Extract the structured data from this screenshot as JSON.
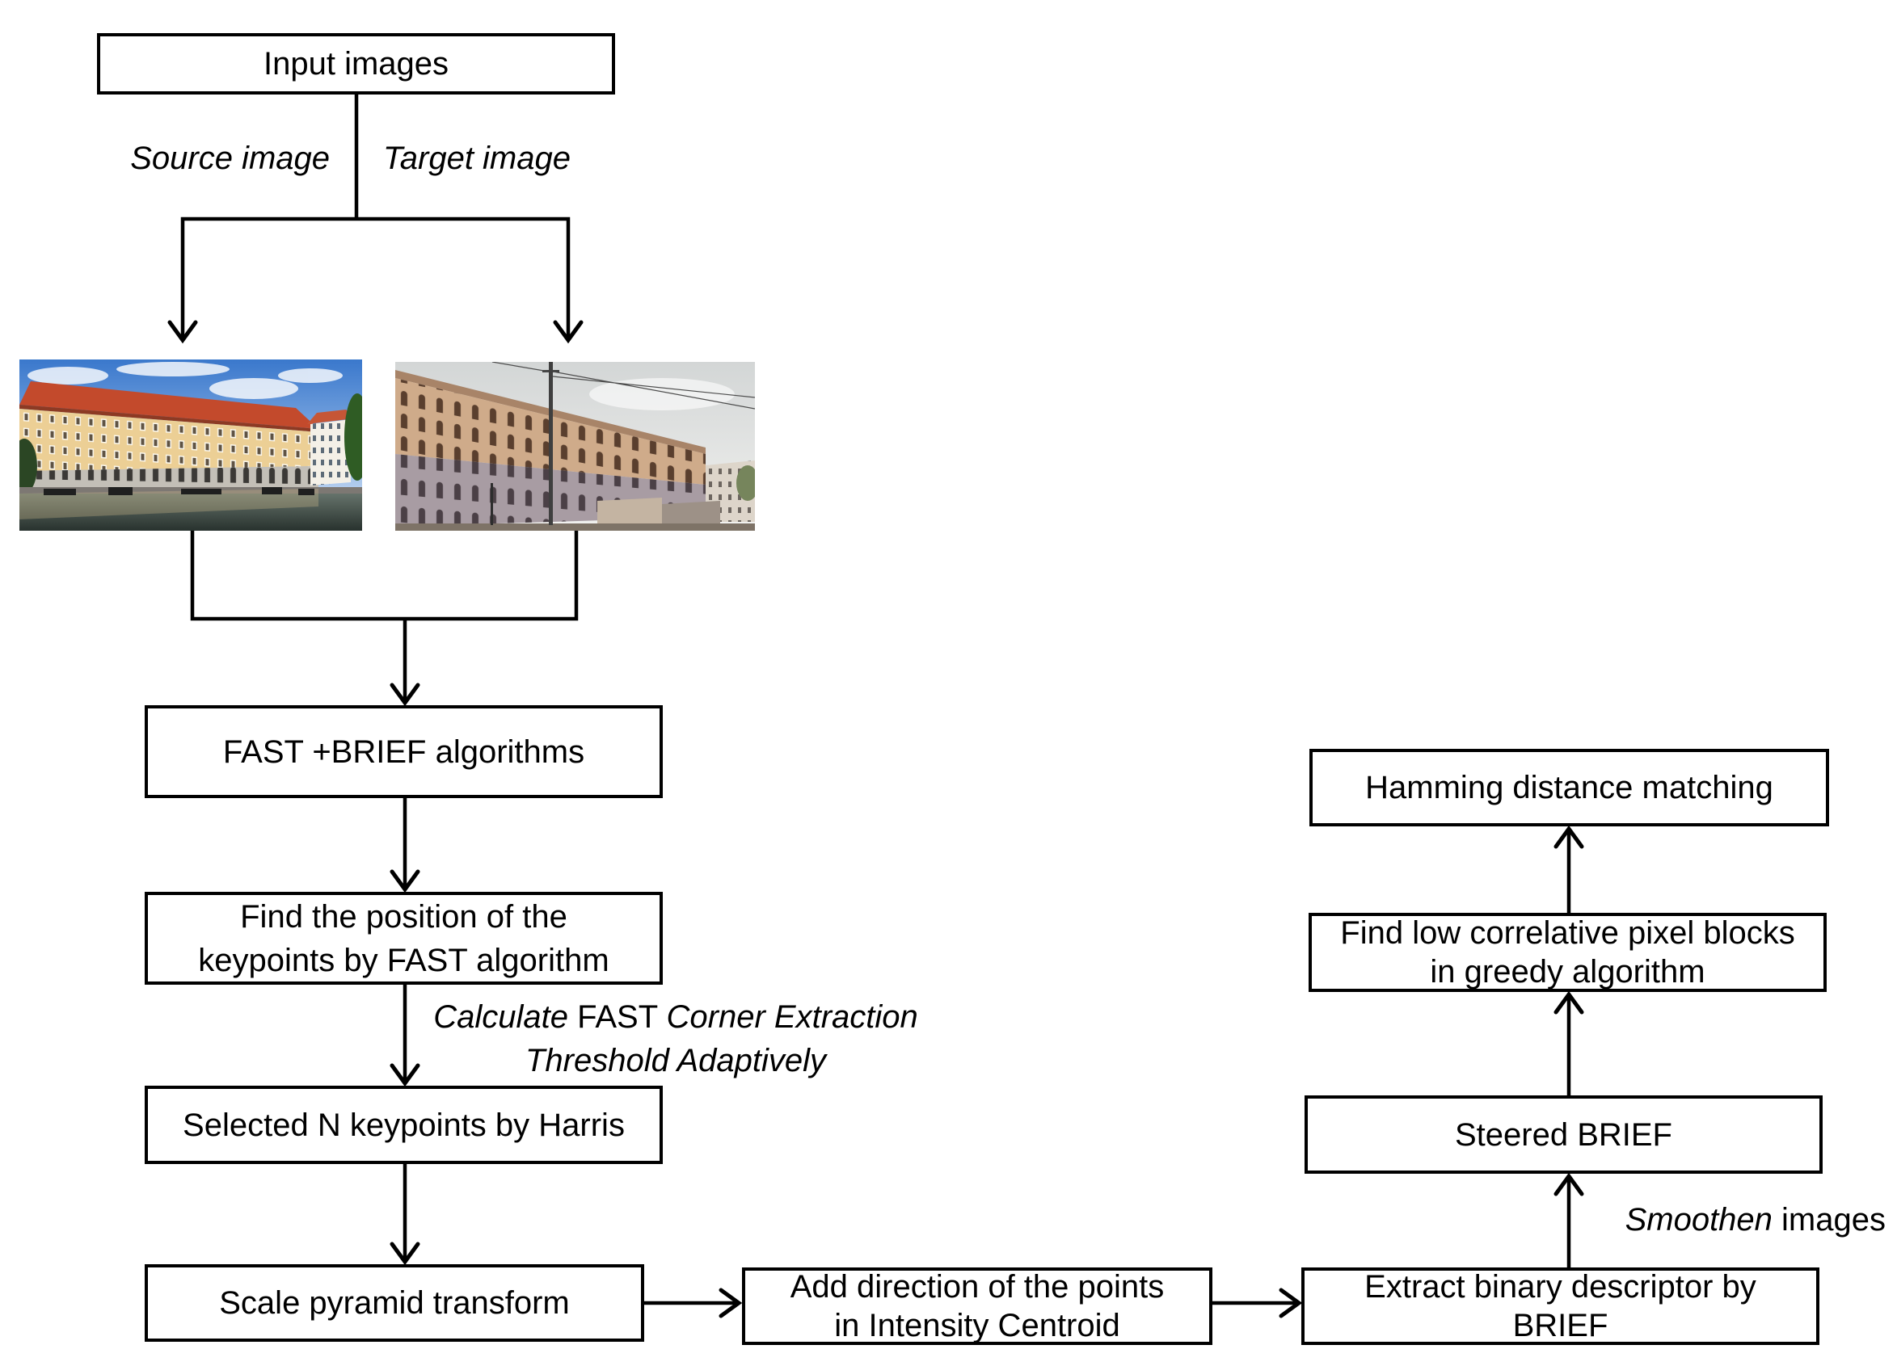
{
  "nodes": {
    "input_images": {
      "label": "Input images"
    },
    "fast_brief": {
      "label": "FAST +BRIEF algorithms"
    },
    "find_position": {
      "lines": [
        "Find the position of the",
        "keypoints by FAST algorithm"
      ]
    },
    "selected_keypoints": {
      "label": "Selected N keypoints by Harris"
    },
    "scale_pyramid": {
      "label": "Scale pyramid transform"
    },
    "add_direction": {
      "lines": [
        "Add direction of the points",
        "in Intensity Centroid"
      ]
    },
    "extract_descriptor": {
      "lines": [
        "Extract binary descriptor by",
        "BRIEF"
      ]
    },
    "steered_brief": {
      "label": "Steered BRIEF"
    },
    "find_low_correlative": {
      "lines": [
        "Find low correlative pixel blocks",
        "in greedy algorithm"
      ]
    },
    "hamming_matching": {
      "label": "Hamming distance matching"
    }
  },
  "edge_labels": {
    "source_image": "Source image",
    "target_image": "Target image",
    "threshold": {
      "line1_a": "Calculate",
      "line1_b": "FAST",
      "line1_c": "Corner Extraction",
      "line2": "Threshold Adaptively"
    },
    "smoothen": {
      "italic": "Smoothen",
      "upright": "images"
    }
  },
  "colors": {
    "stroke": "#000000",
    "box_fill": "#ffffff",
    "text": "#000000"
  }
}
